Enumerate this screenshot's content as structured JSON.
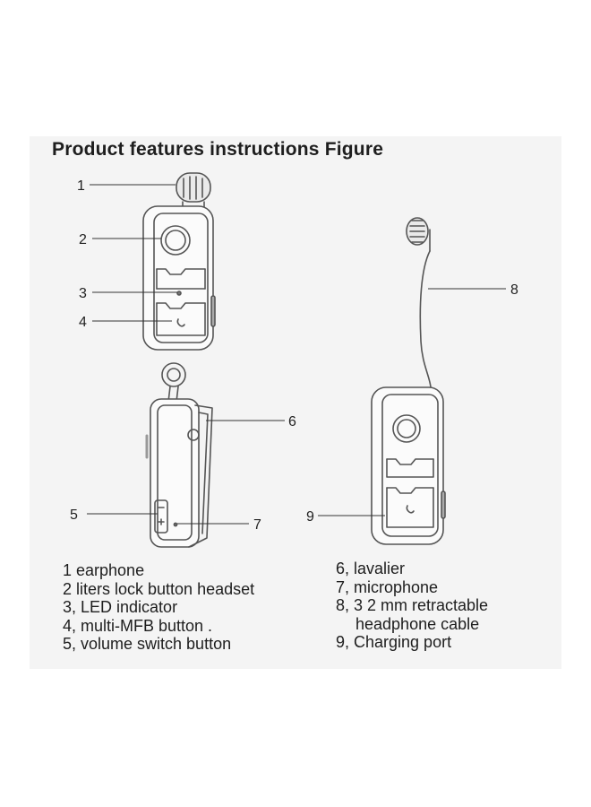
{
  "title": "Product features instructions Figure",
  "callouts": [
    "1",
    "2",
    "3",
    "4",
    "5",
    "6",
    "7",
    "8",
    "9"
  ],
  "legend": {
    "left": [
      "1 earphone",
      "2 liters lock button headset",
      "3, LED indicator",
      "4, multi-MFB button .",
      "5, volume switch button"
    ],
    "right": [
      "6, lavalier",
      "7, microphone",
      "8, 3 2 mm retractable",
      "headphone cable",
      "9, Charging port"
    ]
  }
}
